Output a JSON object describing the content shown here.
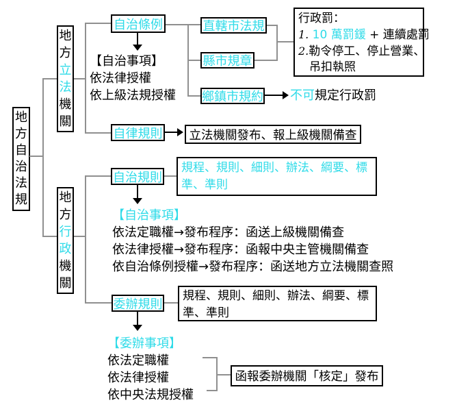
{
  "colors": {
    "cyan_text": "#2fdbe8",
    "line_gray": "#8f8f8f",
    "border_black": "#000000",
    "background": "#ffffff"
  },
  "nodes": {
    "root": {
      "label": "地方自治法規"
    },
    "legislative": {
      "prefix": "地方",
      "highlight": "立法",
      "suffix": "機關"
    },
    "executive": {
      "prefix": "地方",
      "highlight": "行政",
      "suffix": "機關"
    },
    "zizhi_tiaoli": "自治條例",
    "zhixiashi_fagui": "直轄市法規",
    "xianshi_guizhang": "縣市規章",
    "xiangzhen_guiyue": "鄉鎮市規約",
    "zilv_guize": "自律規則",
    "zizhi_guize": "自治規則",
    "weiban_guize": "委辦規則"
  },
  "penalty_box": {
    "title": "行政罰：",
    "item1": {
      "num": "1.",
      "cyan": "10 萬罰鍰",
      "rest": " + 連續處罰"
    },
    "item2": {
      "num": "2.",
      "text": "勒令停工、停止營業、",
      "cont": "吊扣執照"
    }
  },
  "no_penalty": {
    "cyan": "不可",
    "rest": "規定行政罰"
  },
  "zilv_result": "立法機關發布、報上級機關備查",
  "guize_types_cyan": {
    "line1": "規程、規則、細則、辦法、綱要、標",
    "line2": "準、準則"
  },
  "guize_types_black": {
    "line1": "規程、規則、細則、辦法、綱要、標",
    "line2": "準、準則"
  },
  "zizhi_matters_1": {
    "title": "【自治事項】",
    "lines": [
      "依法律授權",
      "依上級法規授權"
    ]
  },
  "zizhi_matters_2": {
    "title": "【自治事項】",
    "lines": [
      "依法定職權→發布程序：函送上級機關備查",
      "依法律授權→發布程序：函報中央主管機關備查",
      "依自治條例授權→發布程序：函送地方立法機關查照"
    ]
  },
  "weiban_matters": {
    "title": "【委辦事項】",
    "lines": [
      "依法定職權",
      "依法律授權",
      "依中央法規授權"
    ]
  },
  "weiban_result": "函報委辦機關「核定」發布"
}
